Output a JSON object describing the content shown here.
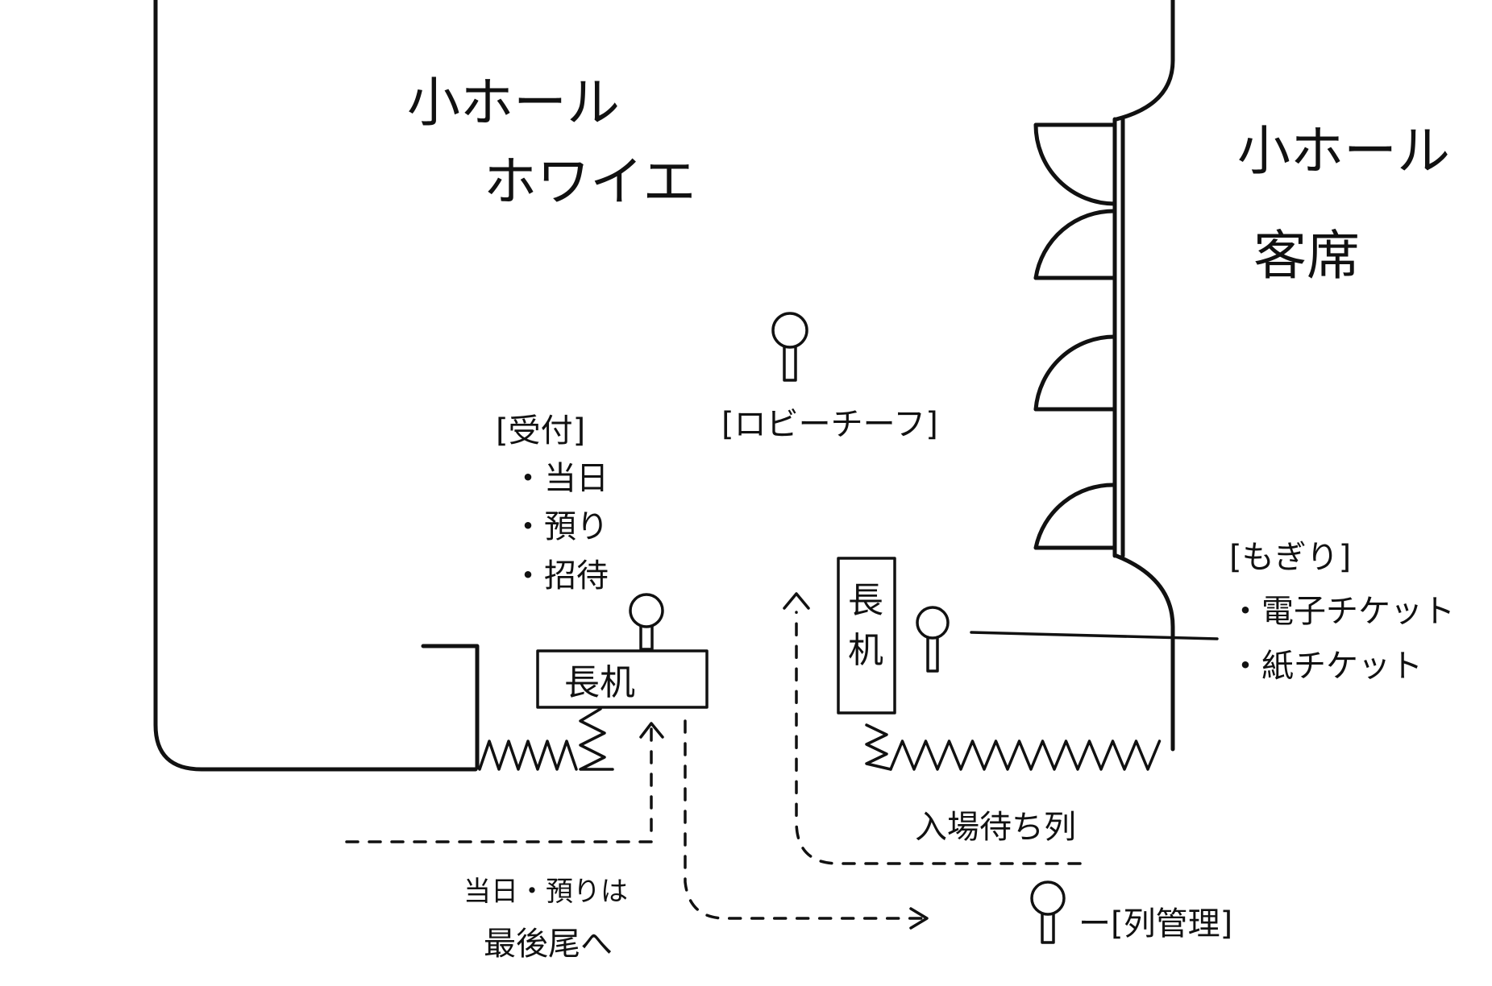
{
  "foyer": {
    "line1": "小ホール",
    "line2": "ホワイエ"
  },
  "seating": {
    "line1": "小ホール",
    "line2": "客席"
  },
  "lobby_chief": {
    "label": "[ロビーチーフ]"
  },
  "reception": {
    "title": "[受付]",
    "items": [
      "・当日",
      "・預り",
      "・招待"
    ]
  },
  "tables": {
    "reception_table": "長机",
    "entrance_table_line1": "長",
    "entrance_table_line2": "机"
  },
  "mogiri": {
    "title": "[もぎり]",
    "items": [
      "・電子チケット",
      "・紙チケット"
    ]
  },
  "queue": {
    "label": "入場待ち列"
  },
  "note": {
    "line1": "当日・預りは",
    "line2": "最後尾へ"
  },
  "line_manager": {
    "label": "ー[列管理]"
  }
}
